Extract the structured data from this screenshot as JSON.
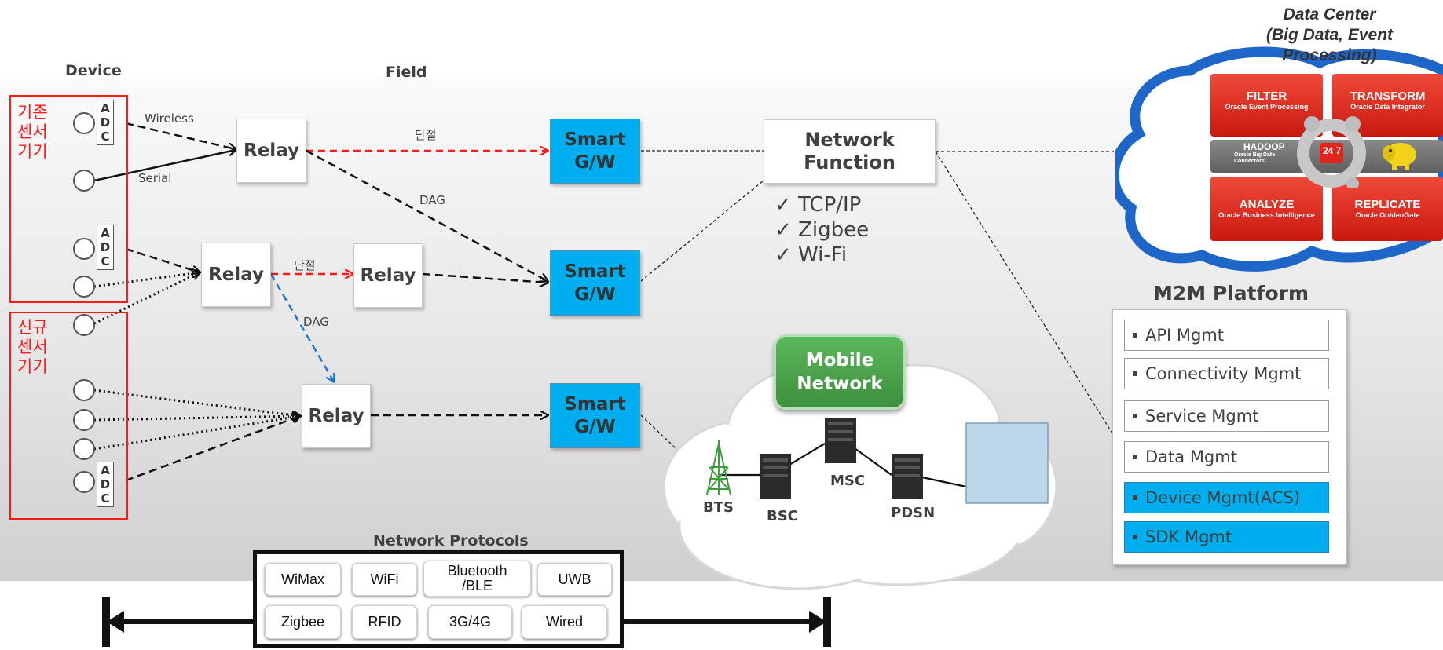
{
  "headers": {
    "device": "Device",
    "field": "Field"
  },
  "sensor_groups": {
    "existing": "기존\n센서\n기기",
    "new": "신규\n센서\n기기"
  },
  "adc_letters": [
    "A",
    "D",
    "C"
  ],
  "link_labels": {
    "wireless": "Wireless",
    "serial": "Serial",
    "cut": "단절",
    "dag": "DAG"
  },
  "relays": [
    "Relay",
    "Relay",
    "Relay",
    "Relay"
  ],
  "smart_gw": [
    "Smart\nG/W",
    "Smart\nG/W",
    "Smart\nG/W"
  ],
  "network_function": {
    "label": "Network\nFunction",
    "protocols": [
      "✓ TCP/IP",
      "✓ Zigbee",
      "✓ Wi-Fi"
    ]
  },
  "mobile_network": {
    "label": "Mobile\nNetwork",
    "nodes": [
      "BTS",
      "BSC",
      "MSC",
      "PDSN"
    ]
  },
  "network_protocols": {
    "title": "Network Protocols",
    "items": [
      "WiMax",
      "WiFi",
      "Bluetooth\n/BLE",
      "UWB",
      "Zigbee",
      "RFID",
      "3G/4G",
      "Wired"
    ]
  },
  "data_center": {
    "title": "Data Center\n(Big Data, Event\nProcessing)",
    "tiles": [
      {
        "title": "FILTER",
        "sub": "Oracle Event Processing"
      },
      {
        "title": "TRANSFORM",
        "sub": "Oracle Data Integrator"
      },
      {
        "title": "HADOOP",
        "sub": "Oracle Big Data\nConnectors"
      },
      {
        "title": "ANALYZE",
        "sub": "Oracle Business Intelligence"
      },
      {
        "title": "REPLICATE",
        "sub": "Oracle GoldenGate"
      }
    ],
    "badge": "24 7"
  },
  "m2m": {
    "title": "M2M Platform",
    "items": [
      "API Mgmt",
      "Connectivity Mgmt",
      "Service Mgmt",
      "Data Mgmt",
      "Device Mgmt(ACS)",
      "SDK Mgmt"
    ]
  },
  "colors": {
    "smart_gw": "#00aeef",
    "sensor_frame": "#ff1a1a",
    "cut_link": "#ff1a1a",
    "dag_link_blue": "#1f77d0",
    "mobile_network": "#4cae4c",
    "oracle_red": "#e8281e"
  }
}
